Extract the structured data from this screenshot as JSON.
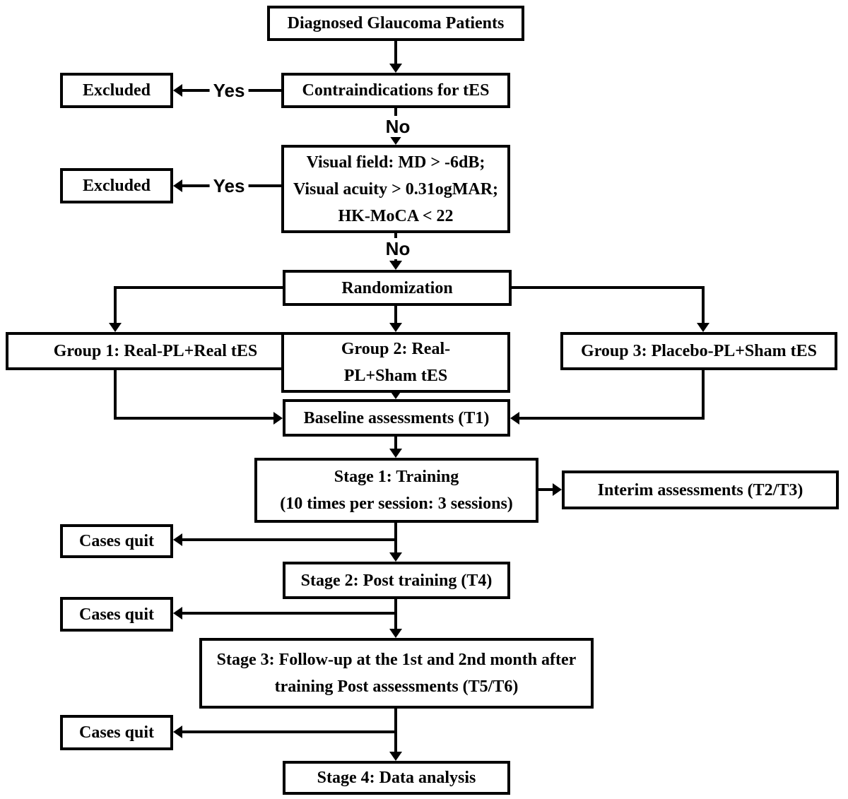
{
  "diagram": {
    "title": "Glaucoma tES trial flowchart",
    "colors": {
      "line": "#000000",
      "box_border": "#000000",
      "background": "#ffffff",
      "text": "#000000"
    },
    "nodes": {
      "diagnosed": {
        "label": "Diagnosed Glaucoma Patients"
      },
      "contraindications": {
        "label": "Contraindications for tES"
      },
      "excluded_1": {
        "label": "Excluded"
      },
      "criteria": {
        "lines": [
          "Visual field: MD > -6dB;",
          "Visual acuity > 0.31ogMAR;",
          "HK-MoCA < 22"
        ]
      },
      "excluded_2": {
        "label": "Excluded"
      },
      "randomization": {
        "label": "Randomization"
      },
      "group_1": {
        "label": "Group 1: Real-PL+Real tES"
      },
      "group_2": {
        "label": "Group 2: Real-PL+Sham tES"
      },
      "group_3": {
        "label": "Group 3: Placebo-PL+Sham tES"
      },
      "baseline": {
        "label": "Baseline assessments (T1)"
      },
      "stage_1": {
        "lines": [
          "Stage 1: Training",
          "(10 times per session: 3 sessions)"
        ]
      },
      "interim": {
        "label": "Interim assessments (T2/T3)"
      },
      "cases_quit_1": {
        "label": "Cases quit"
      },
      "stage_2": {
        "label": "Stage 2: Post training (T4)"
      },
      "cases_quit_2": {
        "label": "Cases quit"
      },
      "stage_3": {
        "lines": [
          "Stage 3: Follow-up at the 1st and 2nd month after",
          "training Post assessments (T5/T6)"
        ]
      },
      "cases_quit_3": {
        "label": "Cases quit"
      },
      "stage_4": {
        "label": "Stage 4: Data analysis"
      }
    },
    "edge_labels": {
      "contra_yes": "Yes",
      "contra_no": "No",
      "criteria_yes": "Yes",
      "criteria_no": "No"
    }
  }
}
